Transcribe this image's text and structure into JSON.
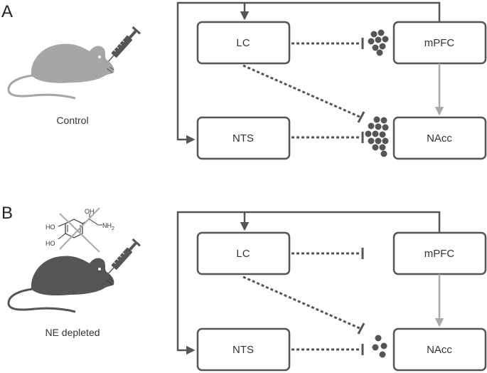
{
  "panels": [
    {
      "label": "A",
      "caption": "Control",
      "mouse_color": "#a6a6a6",
      "show_molecule": false,
      "nodes": {
        "lc": "LC",
        "mpfc": "mPFC",
        "nts": "NTS",
        "nacc": "NAcc"
      }
    },
    {
      "label": "B",
      "caption": "NE depleted",
      "mouse_color": "#555555",
      "show_molecule": true,
      "nodes": {
        "lc": "LC",
        "mpfc": "mPFC",
        "nts": "NTS",
        "nacc": "NAcc"
      },
      "molecule": {
        "ho_top": "HO",
        "ho_bottom": "HO",
        "oh": "OH",
        "nh2": "NH",
        "nh2_sub": "2"
      }
    }
  ],
  "colors": {
    "box_stroke": "#555555",
    "arrow": "#555555",
    "gray_arrow": "#aaaaaa",
    "dots": "#555555"
  }
}
